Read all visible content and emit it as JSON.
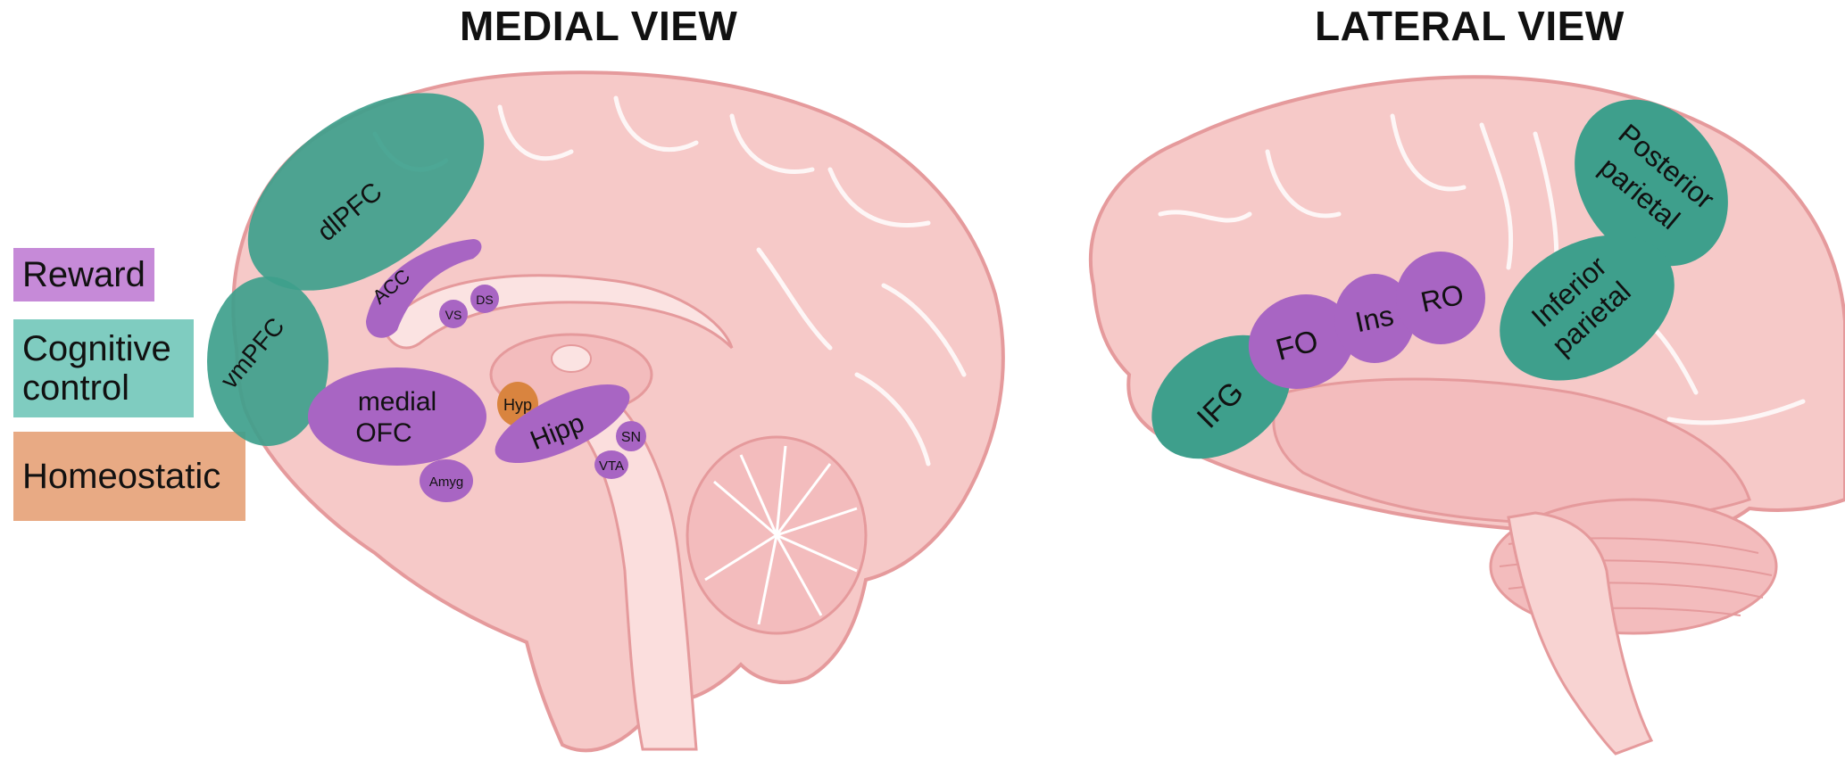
{
  "titles": {
    "medial": "MEDIAL VIEW",
    "lateral": "LATERAL VIEW"
  },
  "legend": [
    {
      "label": "Reward",
      "color": "#c68ad8"
    },
    {
      "label": "Cognitive\ncontrol",
      "color": "#7fccc0"
    },
    {
      "label": "Homeostatic",
      "color": "#e8aa84"
    }
  ],
  "colors": {
    "reward": "#a865c3",
    "cognitive": "#3e9f8c",
    "homeostatic": "#d9843f",
    "brain_fill": "#f6c9c8",
    "brain_stroke": "#e59a9c",
    "brain_inner": "#efb4b5"
  },
  "medial_regions": {
    "dlpfc": "dlPFC",
    "acc": "ACC",
    "vs": "VS",
    "ds": "DS",
    "vmpfc": "vmPFC",
    "medial_ofc_1": "medial",
    "medial_ofc_2": "OFC",
    "hyp": "Hyp",
    "hipp": "Hipp",
    "sn": "SN",
    "vta": "VTA",
    "amyg": "Amyg"
  },
  "lateral_regions": {
    "posterior_parietal_1": "Posterior",
    "posterior_parietal_2": "parietal",
    "inferior_parietal_1": "Inferior",
    "inferior_parietal_2": "parietal",
    "ifg": "IFG",
    "fo": "FO",
    "ins": "Ins",
    "ro": "RO"
  }
}
